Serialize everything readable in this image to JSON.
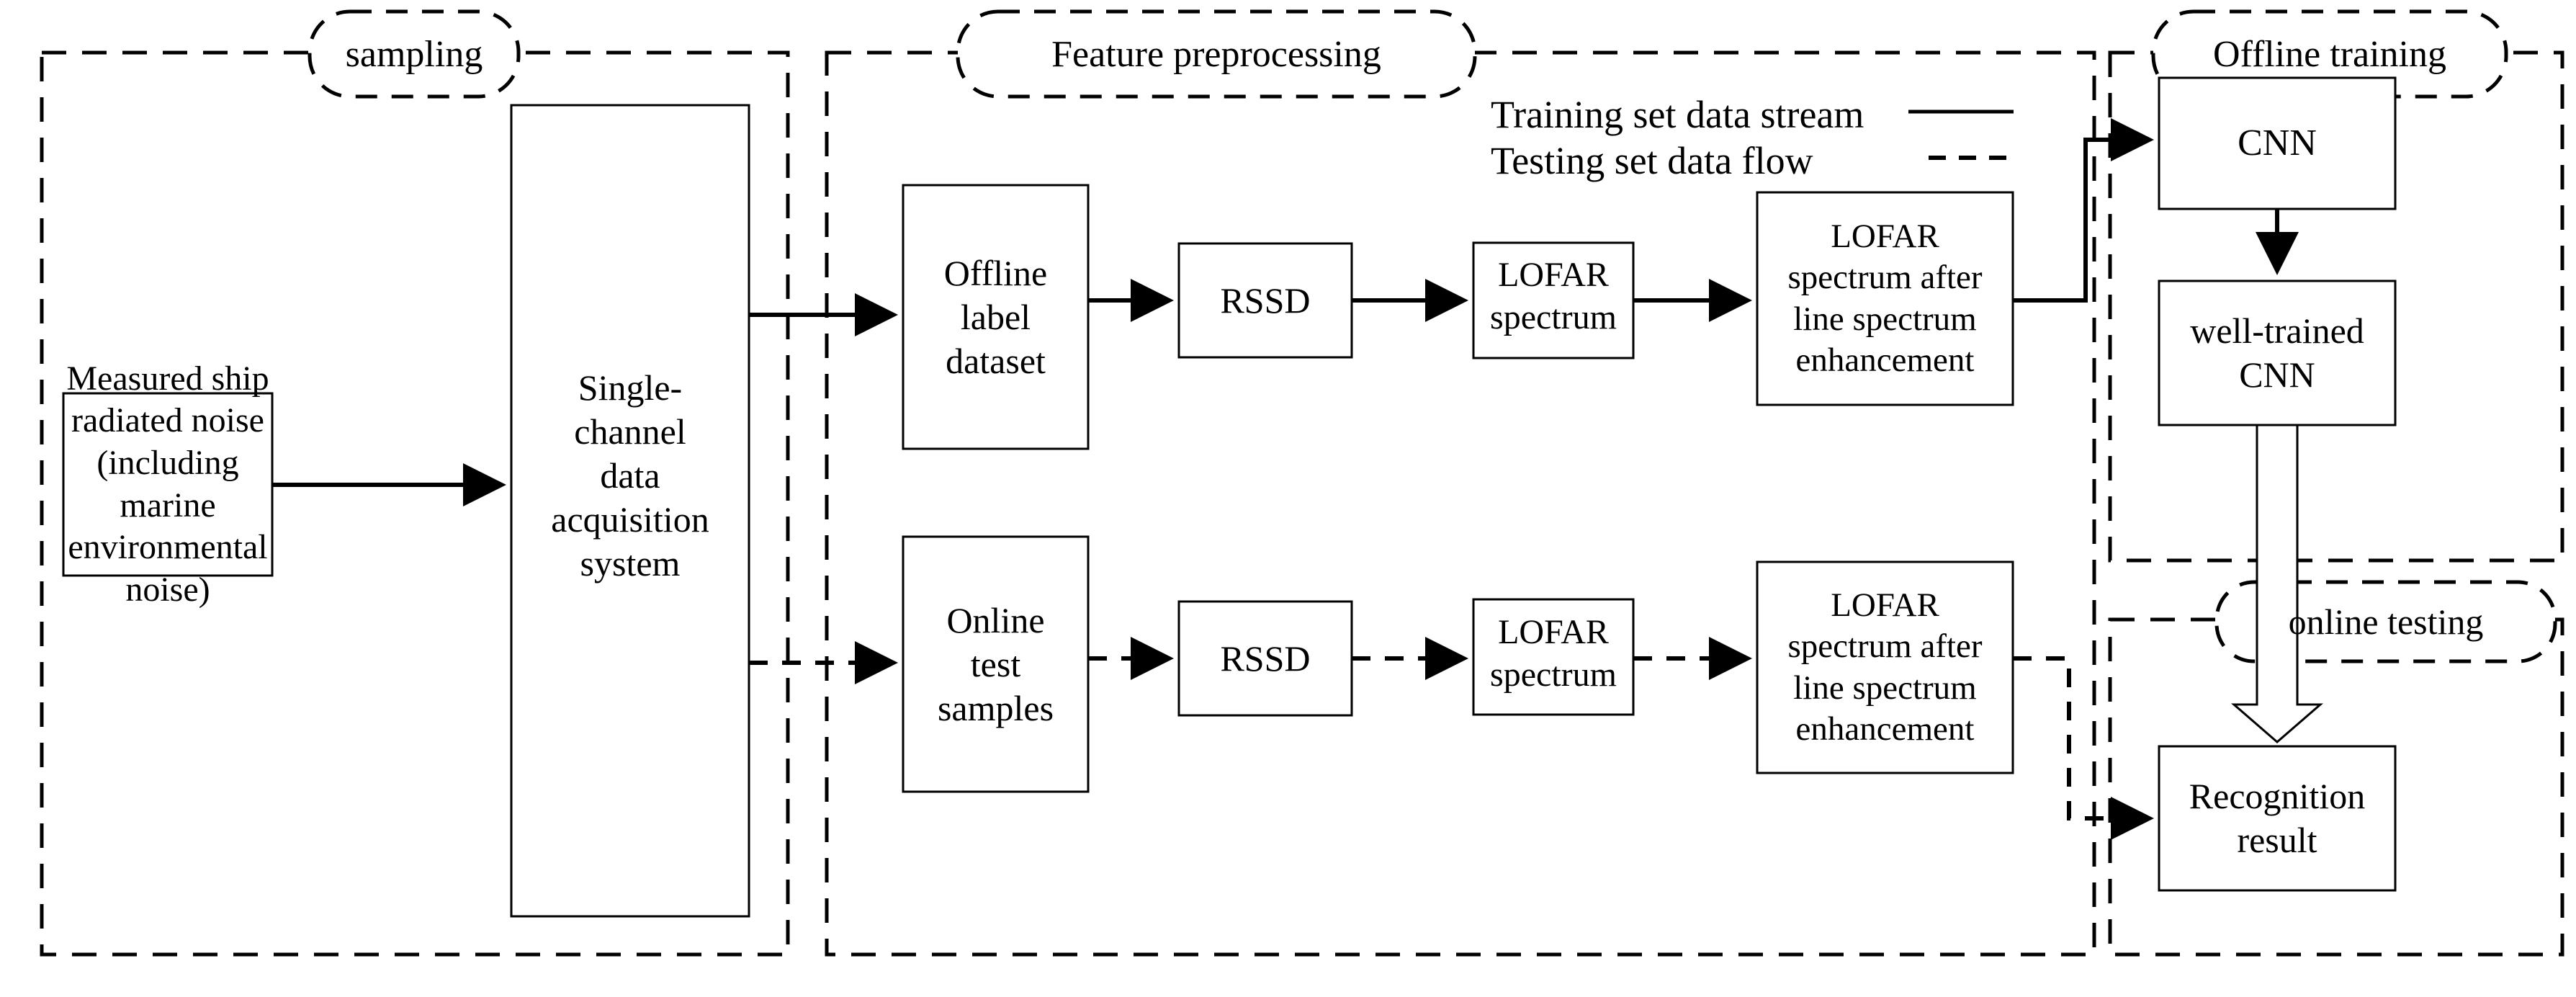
{
  "diagram": {
    "title": "Ship radiated noise recognition pipeline flowchart",
    "panels": [
      {
        "id": "sampling",
        "label": "sampling"
      },
      {
        "id": "preprocess",
        "label": "Feature preprocessing"
      },
      {
        "id": "offline",
        "label": "Offline training"
      },
      {
        "id": "online",
        "label": "online testing"
      }
    ],
    "legend": {
      "training_label": "Training set data stream",
      "testing_label": "Testing set data flow",
      "training_style": "solid",
      "testing_style": "dashed"
    },
    "nodes": [
      {
        "id": "measured-noise",
        "label": "Measured ship\nradiated noise\n(including marine\nenvironmental noise)"
      },
      {
        "id": "acquisition-system",
        "label": "Single-\nchannel\ndata\nacquisition\nsystem"
      },
      {
        "id": "offline-label-dataset",
        "label": "Offline\nlabel\ndataset"
      },
      {
        "id": "rssd-train",
        "label": "RSSD"
      },
      {
        "id": "lofar-spectrum-train",
        "label": "LOFAR\nspectrum"
      },
      {
        "id": "lofar-enhanced-train",
        "label": "LOFAR\nspectrum after\nline spectrum\nenhancement"
      },
      {
        "id": "online-test-samples",
        "label": "Online\ntest\nsamples"
      },
      {
        "id": "rssd-test",
        "label": "RSSD"
      },
      {
        "id": "lofar-spectrum-test",
        "label": "LOFAR\nspectrum"
      },
      {
        "id": "lofar-enhanced-test",
        "label": "LOFAR\nspectrum after\nline spectrum\nenhancement"
      },
      {
        "id": "cnn",
        "label": "CNN"
      },
      {
        "id": "well-trained-cnn",
        "label": "well-trained\nCNN"
      },
      {
        "id": "recognition-result",
        "label": "Recognition\nresult"
      }
    ],
    "colors": {
      "stroke": "#000000",
      "fill": "#ffffff",
      "background": "#ffffff"
    }
  }
}
